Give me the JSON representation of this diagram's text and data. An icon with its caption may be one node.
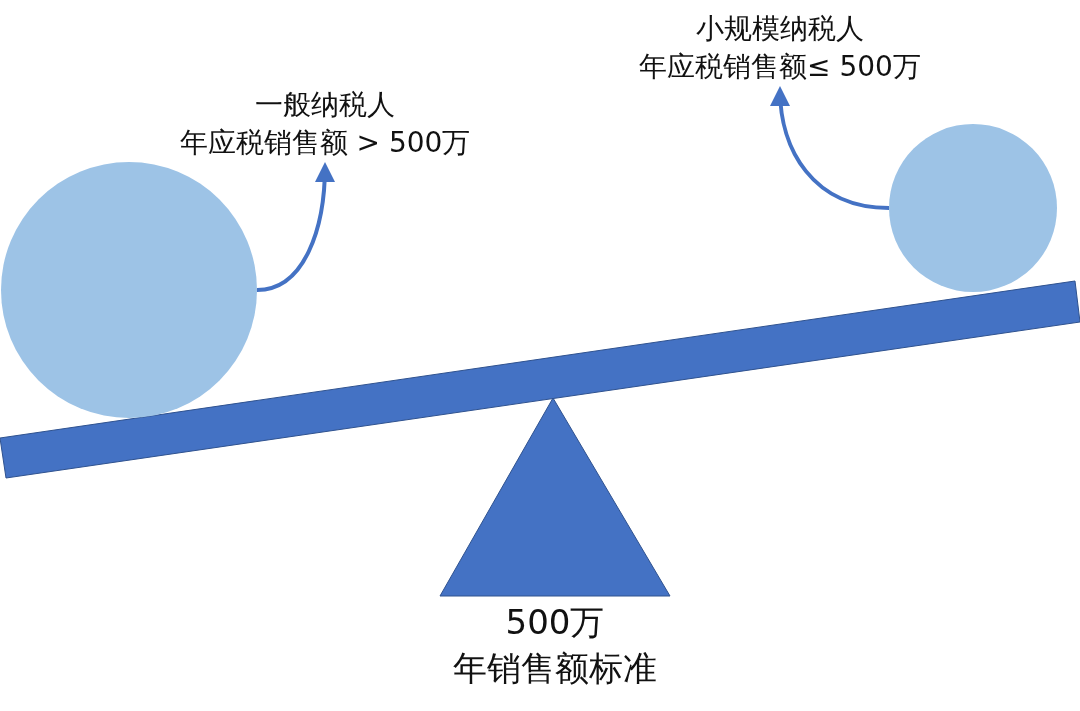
{
  "diagram": {
    "nodes": [
      {
        "text": [],
        "shape": "circle"
      },
      {
        "text": [
          "一般纳税人",
          "年应税销售额 > 500万"
        ]
      },
      {
        "text": [],
        "shape": "circle"
      },
      {
        "text": [
          "小规模纳税人",
          "年应税销售额≤ 500万"
        ]
      }
    ],
    "edges": [
      {
        "from": 0,
        "to": 1,
        "arrow": "to"
      },
      {
        "from": 2,
        "to": 3,
        "arrow": "to"
      }
    ],
    "labels": [
      "500万",
      "年销售额标准"
    ]
  }
}
